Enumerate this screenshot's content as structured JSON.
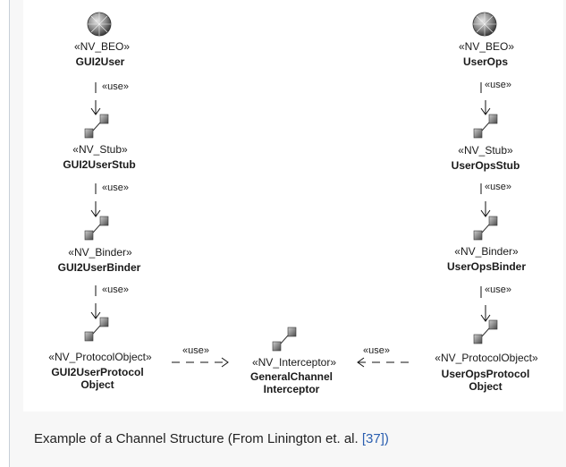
{
  "left_column": [
    {
      "stereotype": "«NV_BEO»",
      "name": "GUI2User"
    },
    {
      "stereotype": "«NV_Stub»",
      "name": "GUI2UserStub"
    },
    {
      "stereotype": "«NV_Binder»",
      "name": "GUI2UserBinder"
    },
    {
      "stereotype": "«NV_ProtocolObject»",
      "name_line1": "GUI2UserProtocol",
      "name_line2": "Object"
    }
  ],
  "right_column": [
    {
      "stereotype": "«NV_BEO»",
      "name": "UserOps"
    },
    {
      "stereotype": "«NV_Stub»",
      "name": "UserOpsStub"
    },
    {
      "stereotype": "«NV_Binder»",
      "name": "UserOpsBinder"
    },
    {
      "stereotype": "«NV_ProtocolObject»",
      "name_line1": "UserOpsProtocol",
      "name_line2": "Object"
    }
  ],
  "center": {
    "stereotype": "«NV_Interceptor»",
    "name_line1": "GeneralChannel",
    "name_line2": "Interceptor"
  },
  "use_label": "«use»",
  "caption": {
    "text": "Example of a Channel Structure (From Linington et. al.  ",
    "ref_open": "[",
    "ref": "37",
    "ref_close": "])"
  }
}
